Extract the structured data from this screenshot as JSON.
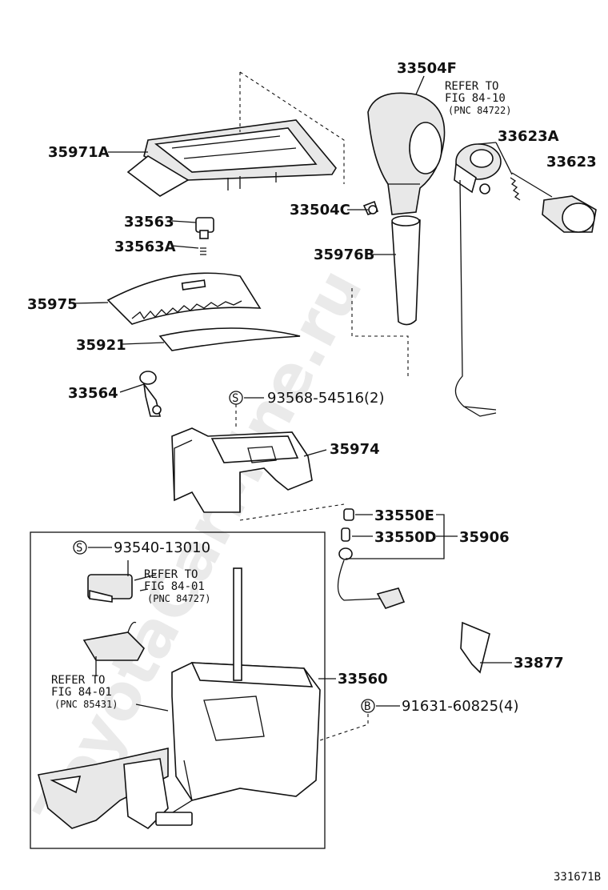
{
  "watermark": "ToyotaCarMine.ru",
  "labels": {
    "p33504F": "33504F",
    "p35971A": "35971A",
    "p33623A": "33623A",
    "p33623": "33623",
    "p33504C": "33504C",
    "p33563": "33563",
    "p33563A": "33563A",
    "p35976B": "35976B",
    "p35975": "35975",
    "p35921": "35921",
    "p33564": "33564",
    "p93568": "93568-54516(2)",
    "p35974": "35974",
    "p33550E": "33550E",
    "p33550D": "33550D",
    "p35906": "35906",
    "p93540": "93540-13010",
    "p33560": "33560",
    "p91631": "91631-60825(4)",
    "p33877": "33877"
  },
  "markers": {
    "s1": "S",
    "s2": "S",
    "b1": "B"
  },
  "refs": {
    "r1_line1": "REFER TO",
    "r1_line2": "FIG 84-10",
    "r1_line3": "(PNC 84722)",
    "r2_line1": "REFER TO",
    "r2_line2": "FIG 84-01",
    "r2_line3": "(PNC 84727)",
    "r3_line1": "REFER TO",
    "r3_line2": "FIG 84-01",
    "r3_line3": "(PNC 85431)"
  },
  "figure_id": "331671B"
}
